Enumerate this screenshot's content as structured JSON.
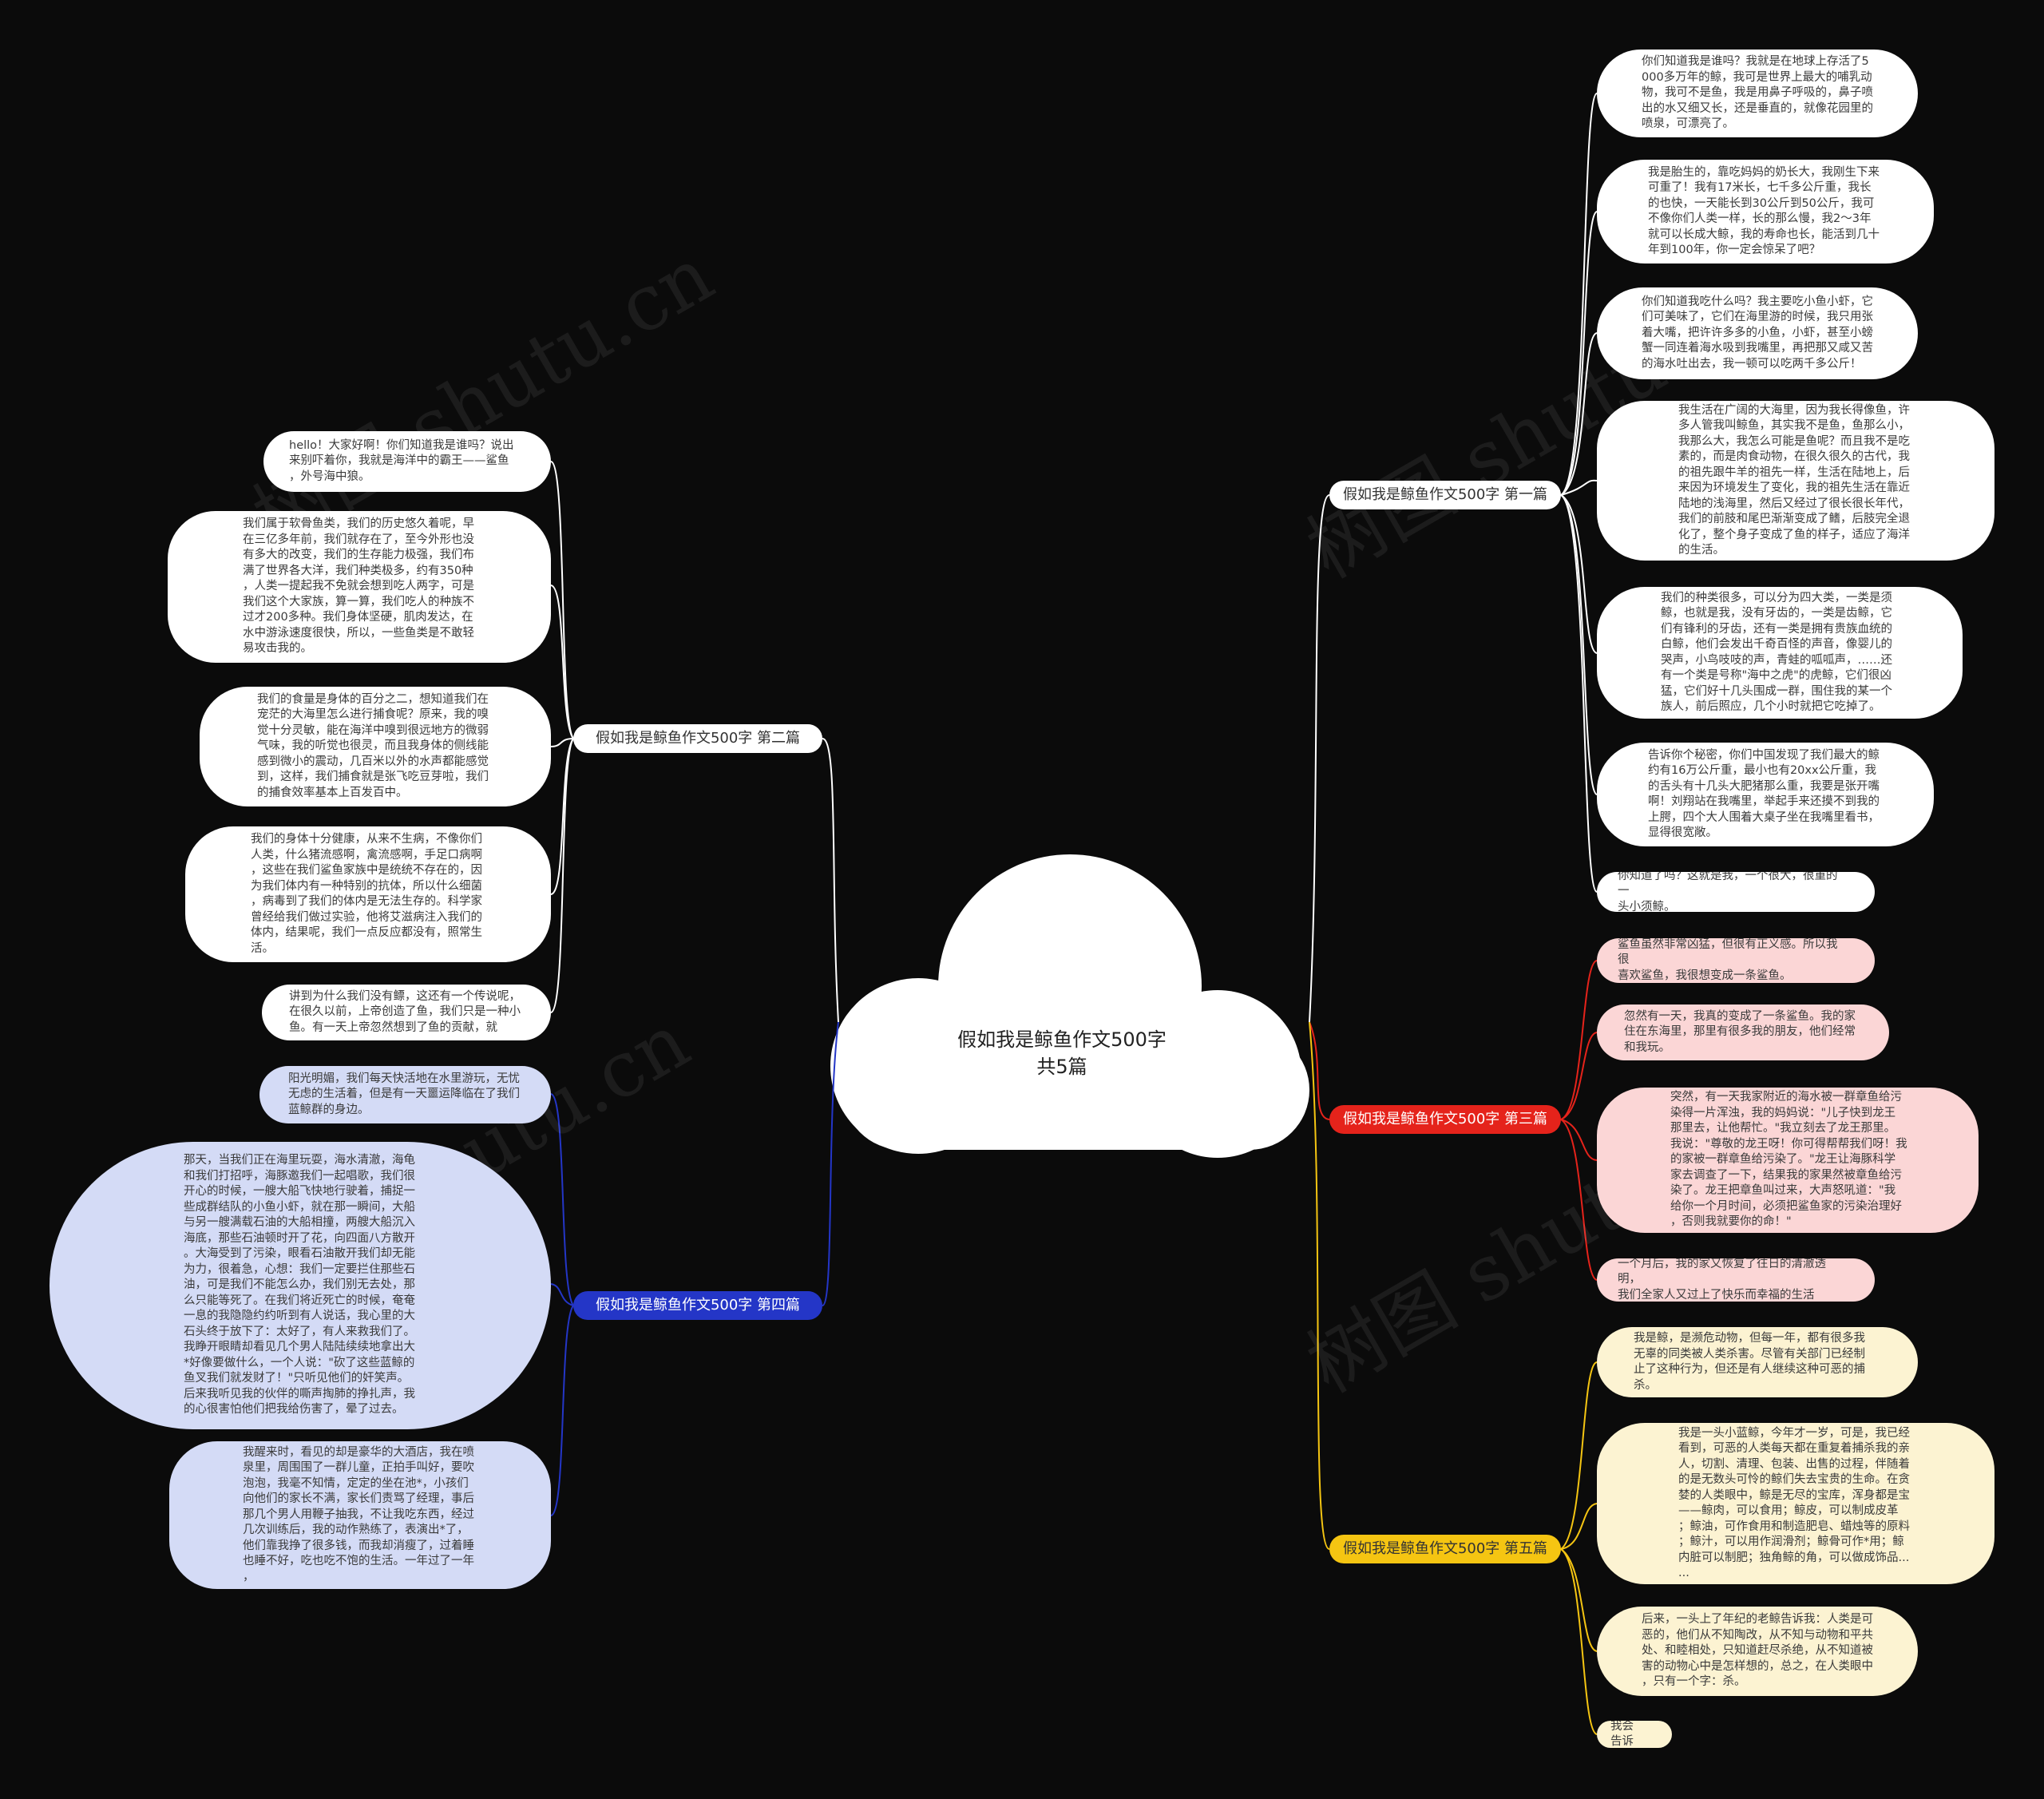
{
  "center": {
    "title": "假如我是鲸鱼作文500字共5篇"
  },
  "colors": {
    "first": "#ffffff",
    "second": "#ffffff",
    "third": "#e5231b",
    "fourth": "#2436c7",
    "fifth": "#f5c512"
  },
  "watermark": "树图 shutu.cn",
  "branches": {
    "first": {
      "label": "假如我是鲸鱼作文500字 第一篇",
      "items": [
        "你们知道我是谁吗？我就是在地球上存活了5\n000多万年的鲸，我可是世界上最大的哺乳动\n物，我可不是鱼，我是用鼻子呼吸的，鼻子喷\n出的水又细又长，还是垂直的，就像花园里的\n喷泉，可漂亮了。",
        "我是胎生的，靠吃妈妈的奶长大，我刚生下来\n可重了！我有17米长，七千多公斤重，我长\n的也快，一天能长到30公斤到50公斤，我可\n不像你们人类一样，长的那么慢，我2～3年\n就可以长成大鲸，我的寿命也长，能活到几十\n年到100年，你一定会惊呆了吧？",
        "你们知道我吃什么吗？我主要吃小鱼小虾，它\n们可美味了，它们在海里游的时候，我只用张\n着大嘴，把许许多多的小鱼，小虾，甚至小螃\n蟹一同连着海水吸到我嘴里，再把那又咸又苦\n的海水吐出去，我一顿可以吃两千多公斤！",
        "我生活在广阔的大海里，因为我长得像鱼，许\n多人管我叫鲸鱼，其实我不是鱼，鱼那么小，\n我那么大，我怎么可能是鱼呢？而且我不是吃\n素的，而是肉食动物，在很久很久的古代，我\n的祖先跟牛羊的祖先一样，生活在陆地上，后\n来因为环境发生了变化，我的祖先生活在靠近\n陆地的浅海里，然后又经过了很长很长年代，\n我们的前肢和尾巴渐渐变成了鳍，后肢完全退\n化了，整个身子变成了鱼的样子，适应了海洋\n的生活。",
        "我们的种类很多，可以分为四大类，一类是须\n鲸，也就是我，没有牙齿的，一类是齿鲸，它\n们有锋利的牙齿，还有一类是拥有贵族血统的\n白鲸，他们会发出千奇百怪的声音，像婴儿的\n哭声，小鸟吱吱的声，青蛙的呱呱声，……还\n有一个类是号称\"海中之虎\"的虎鲸，它们很凶\n猛，它们好十几头围成一群，围住我的某一个\n族人，前后照应，几个小时就把它吃掉了。",
        "告诉你个秘密，你们中国发现了我们最大的鲸\n约有16万公斤重，最小也有20xx公斤重，我\n的舌头有十几头大肥猪那么重，我要是张开嘴\n啊！刘翔站在我嘴里，举起手来还摸不到我的\n上腭，四个大人围着大桌子坐在我嘴里看书，\n显得很宽敞。",
        "你知道了吗？这就是我，一个很大，很重的一\n头小须鲸。"
      ]
    },
    "second": {
      "label": "假如我是鲸鱼作文500字 第二篇",
      "items": [
        "hello！大家好啊！你们知道我是谁吗？说出\n来别吓着你，我就是海洋中的霸王——鲨鱼\n，外号海中狼。",
        "我们属于软骨鱼类，我们的历史悠久着呢，早\n在三亿多年前，我们就存在了，至今外形也没\n有多大的改变，我们的生存能力极强，我们布\n满了世界各大洋，我们种类极多，约有350种\n，人类一提起我不免就会想到吃人两字，可是\n我们这个大家族，算一算，我们吃人的种族不\n过才200多种。我们身体坚硬，肌肉发达，在\n水中游泳速度很快，所以，一些鱼类是不敢轻\n易攻击我的。",
        "我们的食量是身体的百分之二，想知道我们在\n宠茫的大海里怎么进行捕食呢？原来，我的嗅\n觉十分灵敏，能在海洋中嗅到很远地方的微弱\n气味，我的听觉也很灵，而且我身体的侧线能\n感到微小的震动，几百米以外的水声都能感觉\n到，这样，我们捕食就是张飞吃豆芽啦，我们\n的捕食效率基本上百发百中。",
        "我们的身体十分健康，从来不生病，不像你们\n人类，什么猪流感啊，禽流感啊，手足口病啊\n，这些在我们鲨鱼家族中是统统不存在的，因\n为我们体内有一种特别的抗体，所以什么细菌\n，病毒到了我们的体内是无法生存的。科学家\n曾经给我们做过实验，他将艾滋病注入我们的\n体内，结果呢，我们一点反应都没有，照常生\n活。",
        "讲到为什么我们没有鳔，这还有一个传说呢，\n在很久以前，上帝创造了鱼，我们只是一种小\n鱼。有一天上帝忽然想到了鱼的贡献，就"
      ]
    },
    "third": {
      "label": "假如我是鲸鱼作文500字 第三篇",
      "items": [
        "鲨鱼虽然非常凶猛，但很有正义感。所以我很\n喜欢鲨鱼，我很想变成一条鲨鱼。",
        "忽然有一天，我真的变成了一条鲨鱼。我的家\n住在东海里，那里有很多我的朋友，他们经常\n和我玩。",
        "突然，有一天我家附近的海水被一群章鱼给污\n染得一片浑浊，我的妈妈说：\"儿子快到龙王\n那里去，让他帮忙。\"我立刻去了龙王那里。\n我说：\"尊敬的龙王呀！你可得帮帮我们呀！我\n的家被一群章鱼给污染了。\"龙王让海豚科学\n家去调查了一下，结果我的家果然被章鱼给污\n染了。龙王把章鱼叫过来，大声怒吼道：\"我\n给你一个月时间，必须把鲨鱼家的污染治理好\n，否则我就要你的命！\"",
        "一个月后，我的家又恢复了往日的清澈透明，\n我们全家人又过上了快乐而幸福的生活"
      ]
    },
    "fourth": {
      "label": "假如我是鲸鱼作文500字 第四篇",
      "items": [
        "阳光明媚，我们每天快活地在水里游玩，无忧\n无虑的生活着，但是有一天噩运降临在了我们\n蓝鲸群的身边。",
        "那天，当我们正在海里玩耍，海水清澈，海龟\n和我们打招呼，海豚邀我们一起唱歌，我们很\n开心的时候，一艘大船飞快地行驶着，捕捉一\n些成群结队的小鱼小虾，就在那一瞬间，大船\n与另一艘满载石油的大船相撞，两艘大船沉入\n海底，那些石油顿时开了花，向四面八方散开\n。大海受到了污染，眼看石油散开我们却无能\n为力，很着急，心想：我们一定要拦住那些石\n油，可是我们不能怎么办，我们别无去处，那\n么只能等死了。在我们将近死亡的时候，奄奄\n一息的我隐隐约约听到有人说话，我心里的大\n石头终于放下了：太好了，有人来救我们了。\n我睁开眼睛却看见几个男人陆陆续续地拿出大\n*好像要做什么，一个人说：\"砍了这些蓝鲸的\n鱼叉我们就发财了！\"只听见他们的奸笑声。\n后来我听见我的伙伴的嘶声掏肺的挣扎声，我\n的心很害怕他们把我给伤害了，晕了过去。",
        "我醒来时，看见的却是豪华的大酒店，我在喷\n泉里，周围围了一群儿童，正拍手叫好，要吹\n泡泡，我毫不知情，定定的坐在池*，小孩们\n向他们的家长不满，家长们责骂了经理，事后\n那几个男人用鞭子抽我，不让我吃东西，经过\n几次训练后，我的动作熟练了，表演出*了，\n他们靠我挣了很多钱，而我却消瘦了，过着睡\n也睡不好，吃也吃不饱的生活。一年过了一年\n，"
      ]
    },
    "fifth": {
      "label": "假如我是鲸鱼作文500字 第五篇",
      "items": [
        "我是鲸，是濒危动物，但每一年，都有很多我\n无辜的同类被人类杀害。尽管有关部门已经制\n止了这种行为，但还是有人继续这种可恶的捕\n杀。",
        "我是一头小蓝鲸，今年才一岁，可是，我已经\n看到，可恶的人类每天都在重复着捕杀我的亲\n人，切割、清理、包装、出售的过程，伴随着\n的是无数头可怜的鲸们失去宝贵的生命。在贪\n婪的人类眼中，鲸是无尽的宝库，浑身都是宝\n——鲸肉，可以食用；鲸皮，可以制成皮革\n；鲸油，可作食用和制造肥皂、蜡烛等的原料\n；鲸汁，可以用作润滑剂；鲸骨可作*用；鲸\n内脏可以制肥；独角鲸的角，可以做成饰品...\n...",
        "后来，一头上了年纪的老鲸告诉我：人类是可\n恶的，他们从不知陶改，从不知与动物和平共\n处、和睦相处，只知道赶尽杀绝，从不知道被\n害的动物心中是怎样想的，总之，在人类眼中\n，只有一个字：杀。",
        "我会告诉"
      ]
    }
  }
}
